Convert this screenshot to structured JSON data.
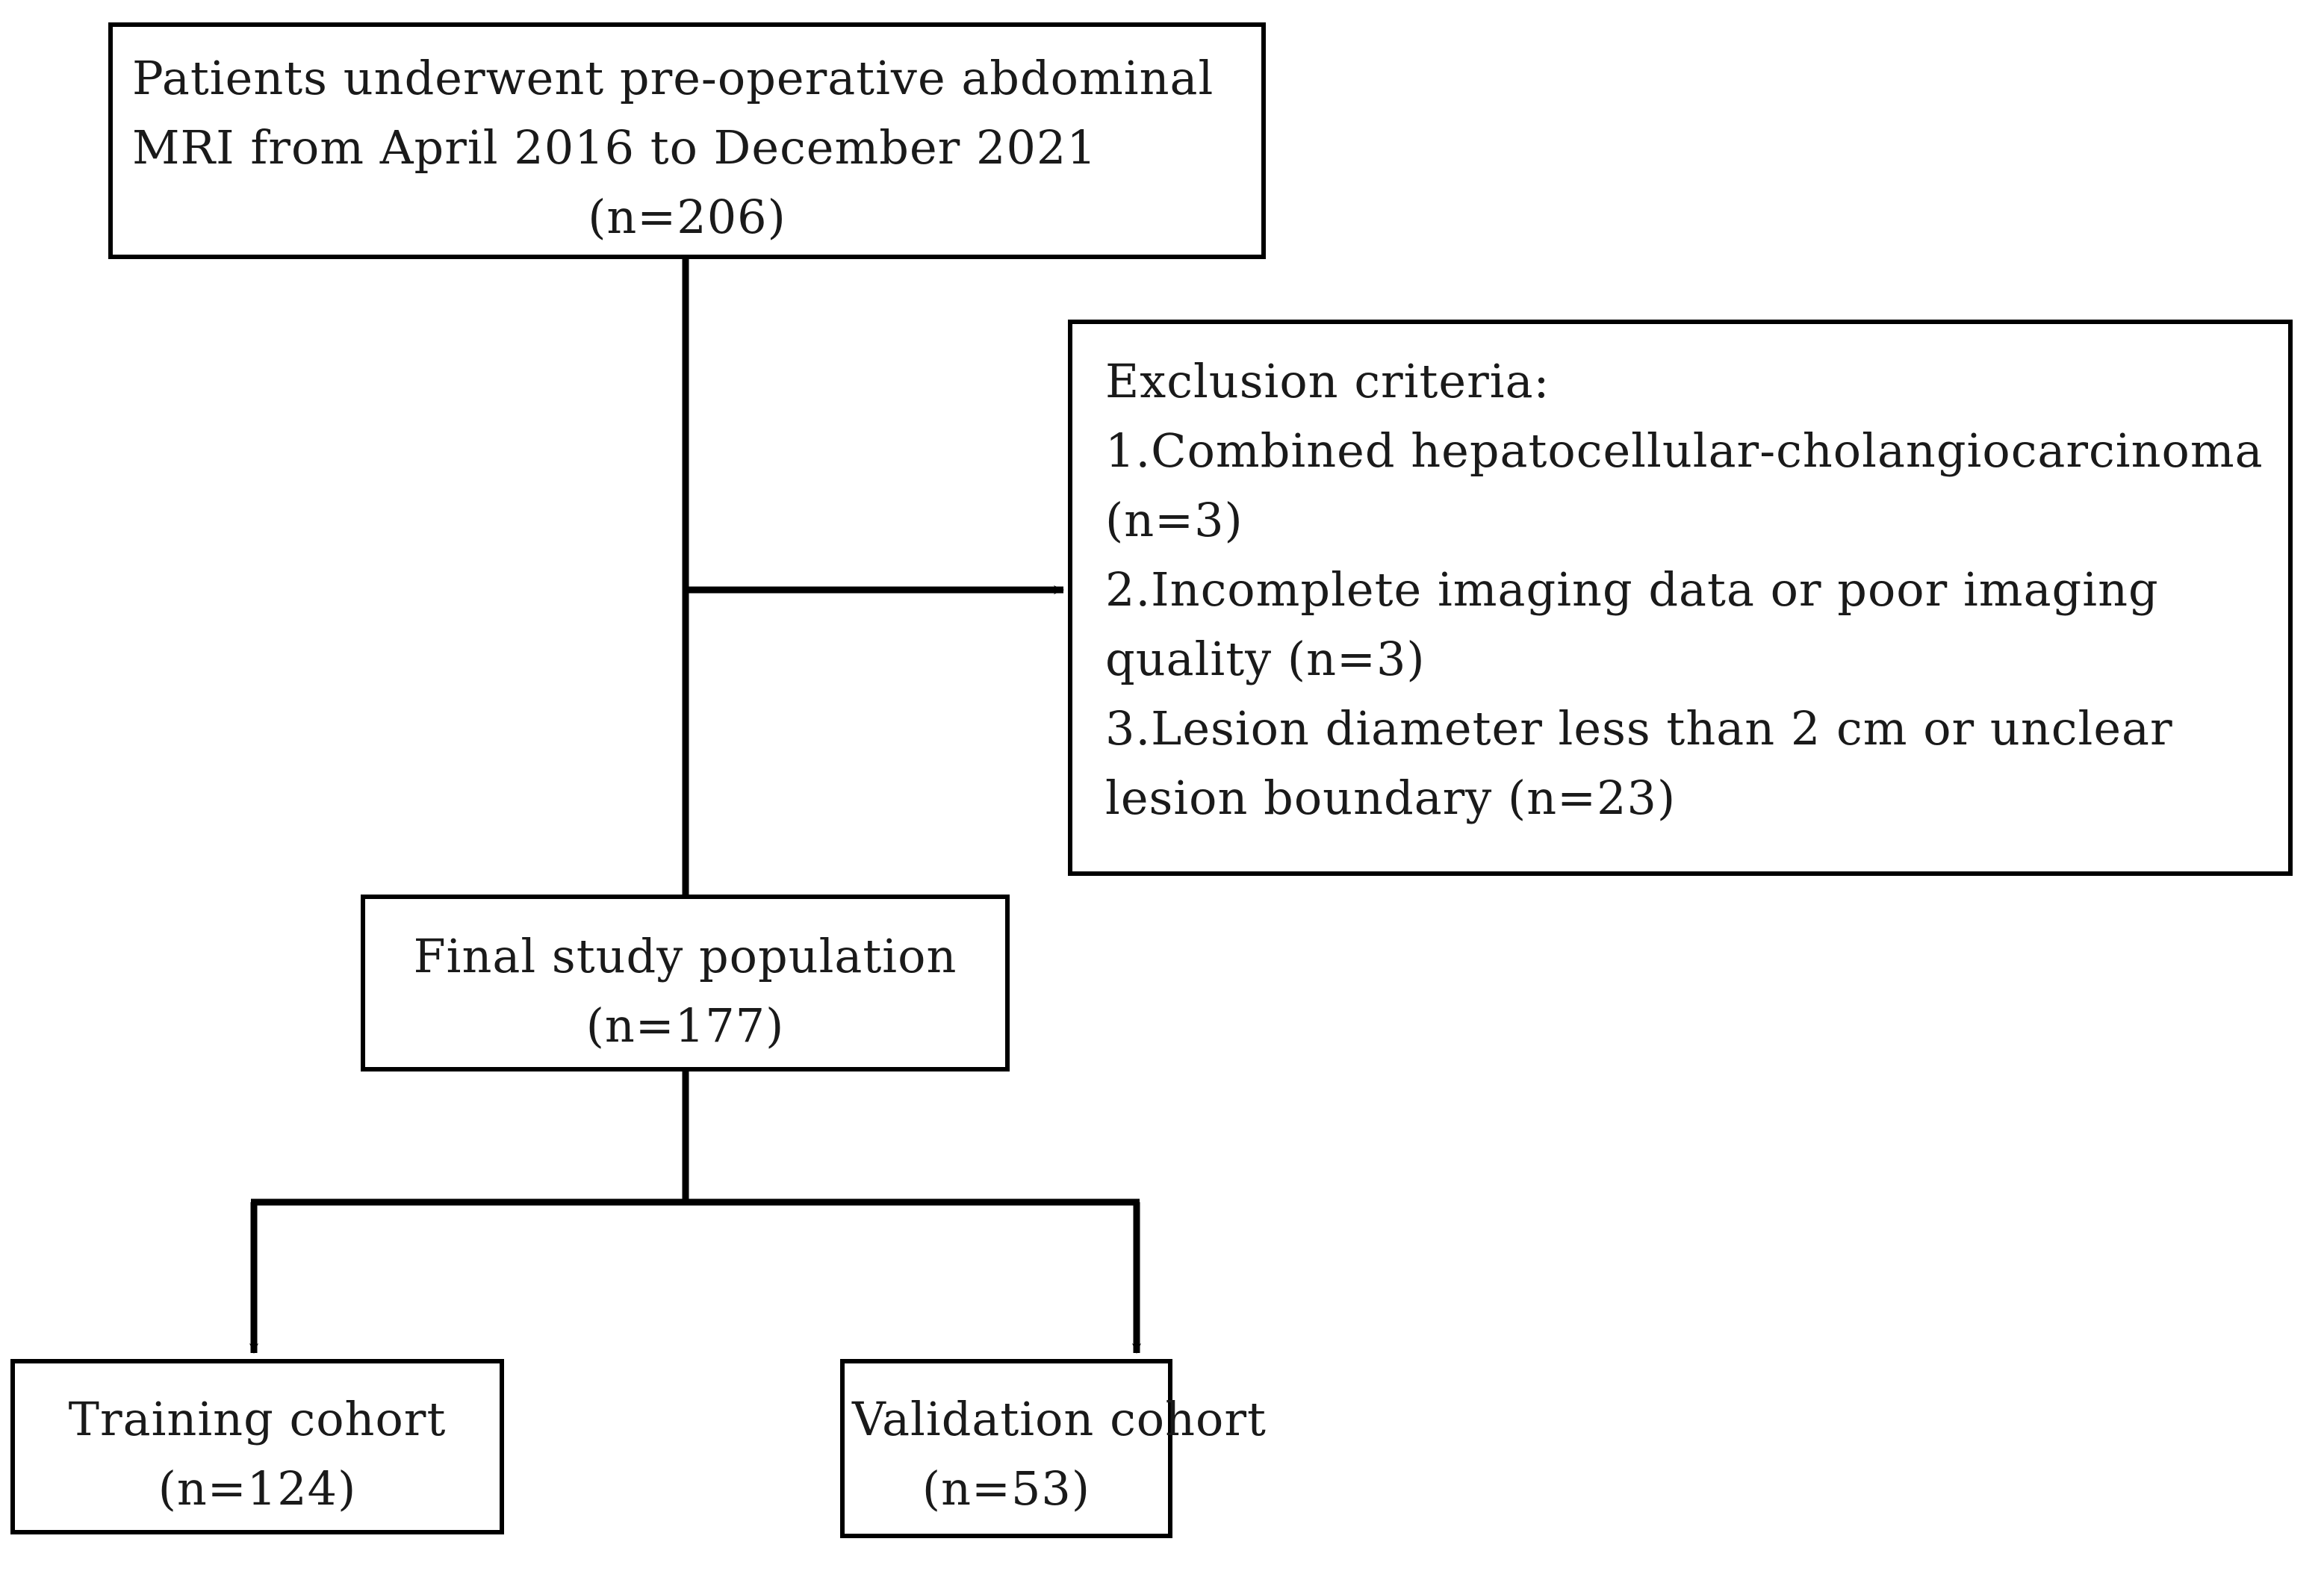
{
  "figure": {
    "type": "flowchart",
    "kind": "study-participant-flow-diagram",
    "background_color": "#ffffff",
    "line_color": "#000000",
    "text_color": "#1a1a1a"
  },
  "nodes": {
    "enrollment": {
      "line1": "Patients underwent pre-operative abdominal",
      "line2": "MRI from April 2016 to December 2021",
      "count": "(n=206)",
      "n": 206
    },
    "exclusion": {
      "heading": "Exclusion criteria:",
      "item1_line1": "1.Combined hepatocellular-cholangiocarcinoma",
      "item1_line2": "(n=3)",
      "item2_line1": "2.Incomplete imaging data or poor imaging",
      "item2_line2": "quality (n=3)",
      "item3_line1": "3.Lesion diameter less than 2 cm or unclear",
      "item3_line2": "lesion boundary (n=23)",
      "items": [
        {
          "index": "1.",
          "text": "Combined hepatocellular-cholangiocarcinoma",
          "n": 3
        },
        {
          "index": "2.",
          "text": "Incomplete imaging data or poor imaging quality",
          "n": 3
        },
        {
          "index": "3.",
          "text": "Lesion diameter less than 2 cm or unclear lesion boundary",
          "n": 23
        }
      ]
    },
    "final": {
      "label": "Final study population",
      "count": "(n=177)",
      "n": 177
    },
    "training": {
      "label": "Training cohort",
      "count": "(n=124)",
      "n": 124
    },
    "validation": {
      "label": "Validation cohort",
      "count": "(n=53)",
      "n": 53
    }
  },
  "connectors": [
    {
      "name": "enrollment-to-final",
      "style": "line",
      "from": "enrollment",
      "to": "final"
    },
    {
      "name": "enrollment-to-exclusion",
      "style": "arrow",
      "from": "enrollment",
      "to": "exclusion"
    },
    {
      "name": "final-to-training",
      "style": "arrow",
      "from": "final",
      "to": "training"
    },
    {
      "name": "final-to-validation",
      "style": "arrow",
      "from": "final",
      "to": "validation"
    }
  ]
}
